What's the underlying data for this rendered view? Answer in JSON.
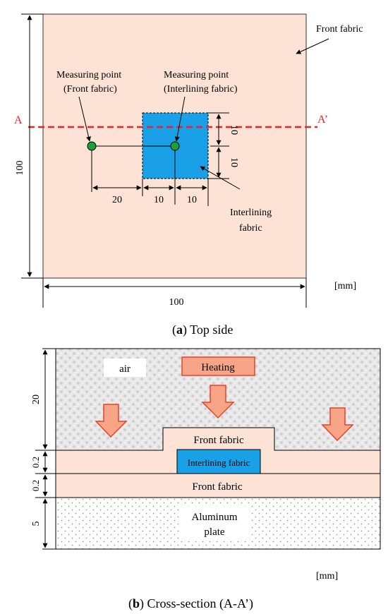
{
  "top_view": {
    "label_front_fabric": "Front fabric",
    "mp_front_line1": "Measuring point",
    "mp_front_line2": "(Front fabric)",
    "mp_inter_line1": "Measuring point",
    "mp_inter_line2": "(Interlining  fabric)",
    "section_a": "A",
    "section_a_prime": "A’",
    "dim_height": "100",
    "dim_width": "100",
    "dim_20": "20",
    "dim_10_left": "10",
    "dim_10_right": "10",
    "dim_10_upper": "10",
    "dim_10_lower": "10",
    "interlining_line1": "Interlining",
    "interlining_line2": "fabric",
    "unit": "[mm]",
    "caption_letter": "a",
    "caption_text": " Top side"
  },
  "cross_section": {
    "air": "air",
    "heating": "Heating",
    "front_fabric_upper": "Front fabric",
    "interlining": "Interlining fabric",
    "front_fabric_lower": "Front fabric",
    "aluminum_line1": "Aluminum",
    "aluminum_line2": "plate",
    "dim_20": "20",
    "dim_02_upper": "0.2",
    "dim_02_lower": "0.2",
    "dim_5": "5",
    "unit": "[mm]",
    "caption_letter": "b",
    "caption_text": " Cross-section (A-A’)"
  },
  "colors": {
    "fabric": "#fde3d6",
    "interlining": "#1aa0e6",
    "heating_fill": "#f7a586",
    "heating_stroke": "#e8412b",
    "section_line": "#e8232a",
    "measuring_point": "#1aa23a"
  }
}
